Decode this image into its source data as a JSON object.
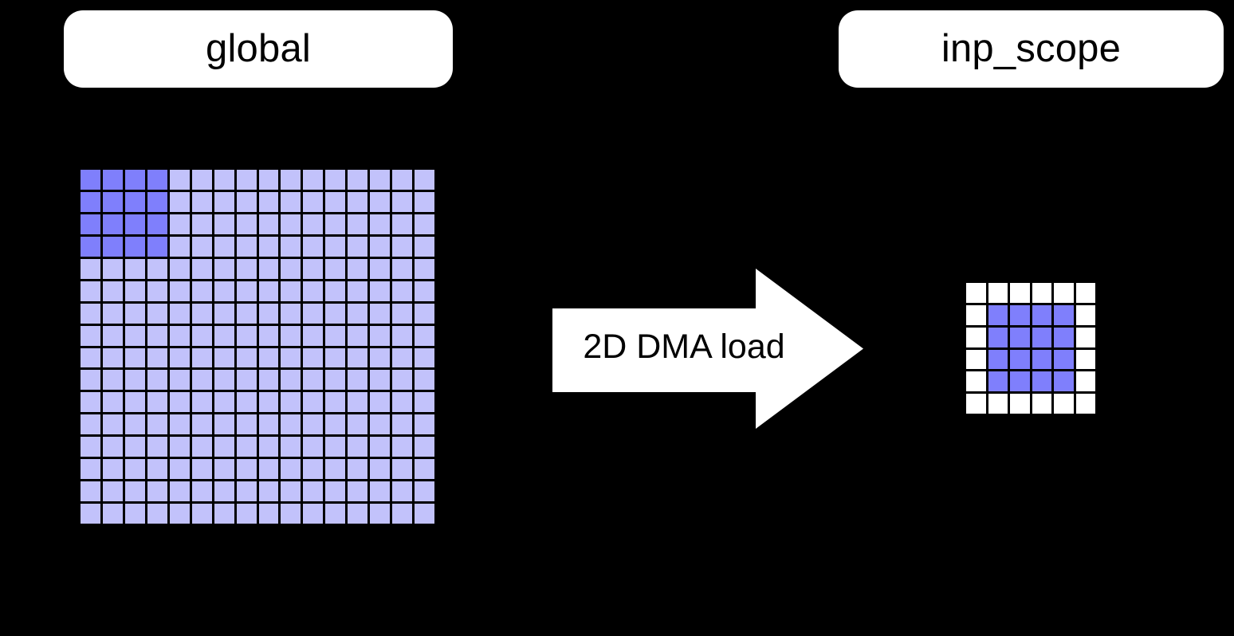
{
  "diagram": {
    "type": "2d-dma-load-memory-transfer",
    "background_color": "#000000",
    "source": {
      "label": "global",
      "grid": {
        "rows": 16,
        "cols": 16,
        "base_color": "#C2C2FB",
        "highlight_color": "#7F7FFC",
        "gridline_color": "#000000",
        "highlight_region": {
          "row_start": 0,
          "row_end": 3,
          "col_start": 0,
          "col_end": 3,
          "rows": 4,
          "cols": 4
        }
      }
    },
    "transfer": {
      "label": "2D DMA load",
      "arrow_color": "#FFFFFF",
      "direction": "right"
    },
    "destination": {
      "label": "inp_scope",
      "grid": {
        "rows": 6,
        "cols": 6,
        "base_color": "#FFFFFF",
        "highlight_color": "#7F7FFC",
        "gridline_color": "#000000",
        "highlight_region": {
          "row_start": 1,
          "row_end": 4,
          "col_start": 1,
          "col_end": 4,
          "rows": 4,
          "cols": 4
        }
      }
    }
  }
}
